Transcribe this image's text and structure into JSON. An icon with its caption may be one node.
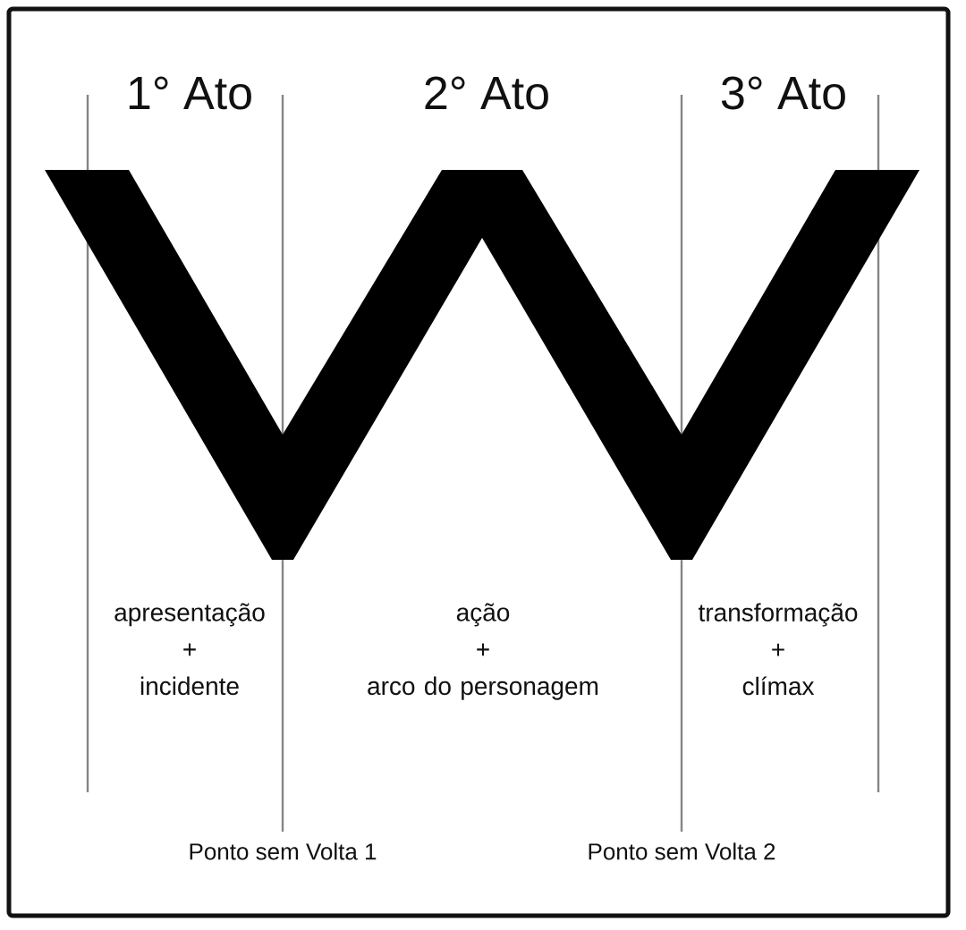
{
  "diagram": {
    "labels": [
      "1° Ato",
      "2° Ato",
      "3° Ato",
      "apresentação + incidente",
      "ação + arco do personagem",
      "transformação + clímax",
      "Ponto sem Volta 1",
      "Ponto sem Volta 2"
    ]
  }
}
